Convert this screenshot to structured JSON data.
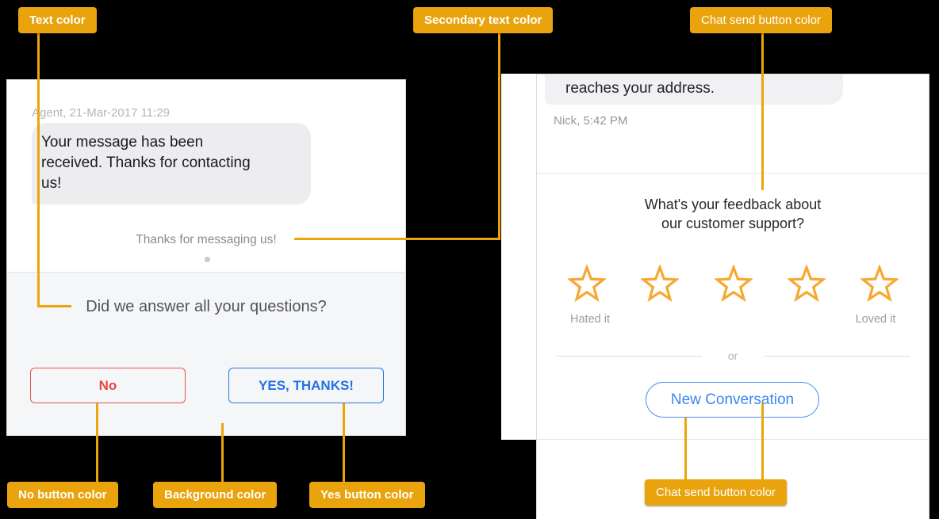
{
  "annotations": {
    "labels": {
      "text_color": "Text color",
      "secondary_text_color": "Secondary text color",
      "chat_send_top": "Chat send button color",
      "no_button": "No button color",
      "background": "Background color",
      "yes_button": "Yes button color",
      "chat_send_bottom": "Chat send button color"
    }
  },
  "left_chat": {
    "timestamp": "Agent, 21-Mar-2017 11:29",
    "message": "Your message has been\nreceived. Thanks for contacting\nus!",
    "secondary_text": "Thanks for messaging us!",
    "question": "Did we answer all your questions?",
    "no_label": "No",
    "yes_label": "YES, THANKS!"
  },
  "right_chat": {
    "message_fragment": "reaches your address.",
    "timestamp": "Nick, 5:42 PM",
    "feedback_question": "What's your feedback about\nour customer support?",
    "rating": {
      "stars": 5,
      "low_label": "Hated it",
      "high_label": "Loved it"
    },
    "divider_text": "or",
    "new_conversation_label": "New Conversation"
  },
  "colors": {
    "annotation": "#E9A30D",
    "text": "#1B1B1D",
    "secondary_text": "#8A8A8F",
    "background": "#F5F6F8",
    "no_button": "#E8463B",
    "yes_button": "#2472E6",
    "chat_send_button": "#3B87EF",
    "star": "#F7A831"
  }
}
